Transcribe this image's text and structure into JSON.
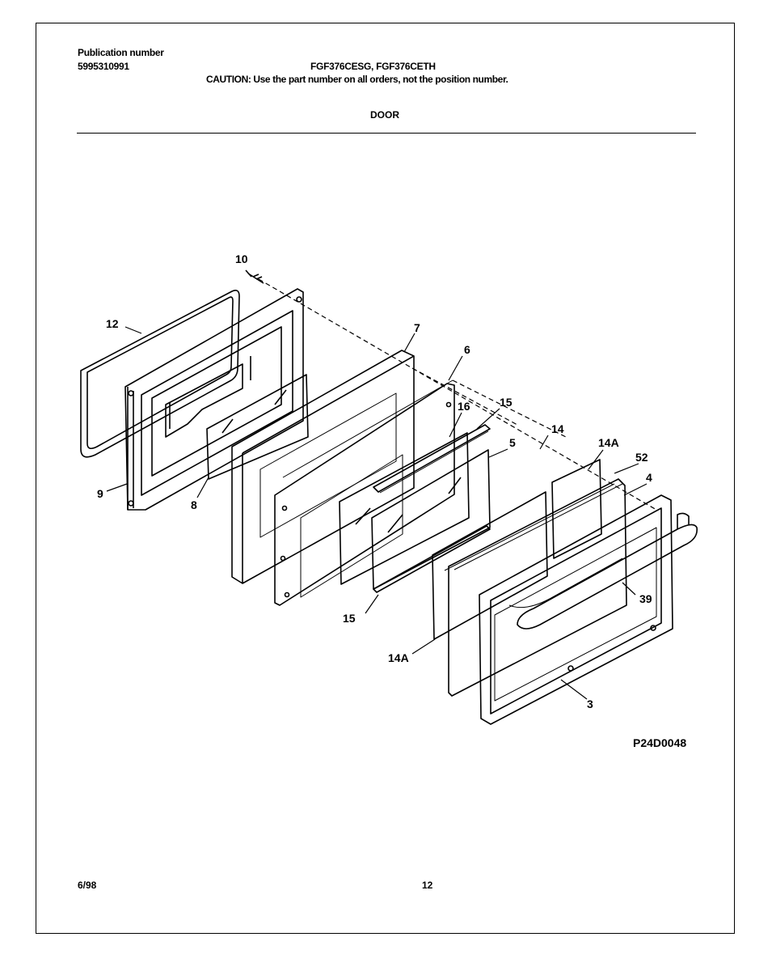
{
  "header": {
    "publication_label": "Publication number",
    "publication_number": "5995310991",
    "models": "FGF376CESG, FGF376CETH",
    "caution": "CAUTION:  Use the part number on all orders, not the position number.",
    "section_title": "DOOR"
  },
  "diagram": {
    "callouts": [
      "10",
      "12",
      "9",
      "8",
      "7",
      "6",
      "16",
      "15",
      "14",
      "5",
      "14A",
      "52",
      "4",
      "39",
      "15",
      "14A",
      "3"
    ],
    "code": "P24D0048"
  },
  "footer": {
    "date": "6/98",
    "page": "12"
  }
}
